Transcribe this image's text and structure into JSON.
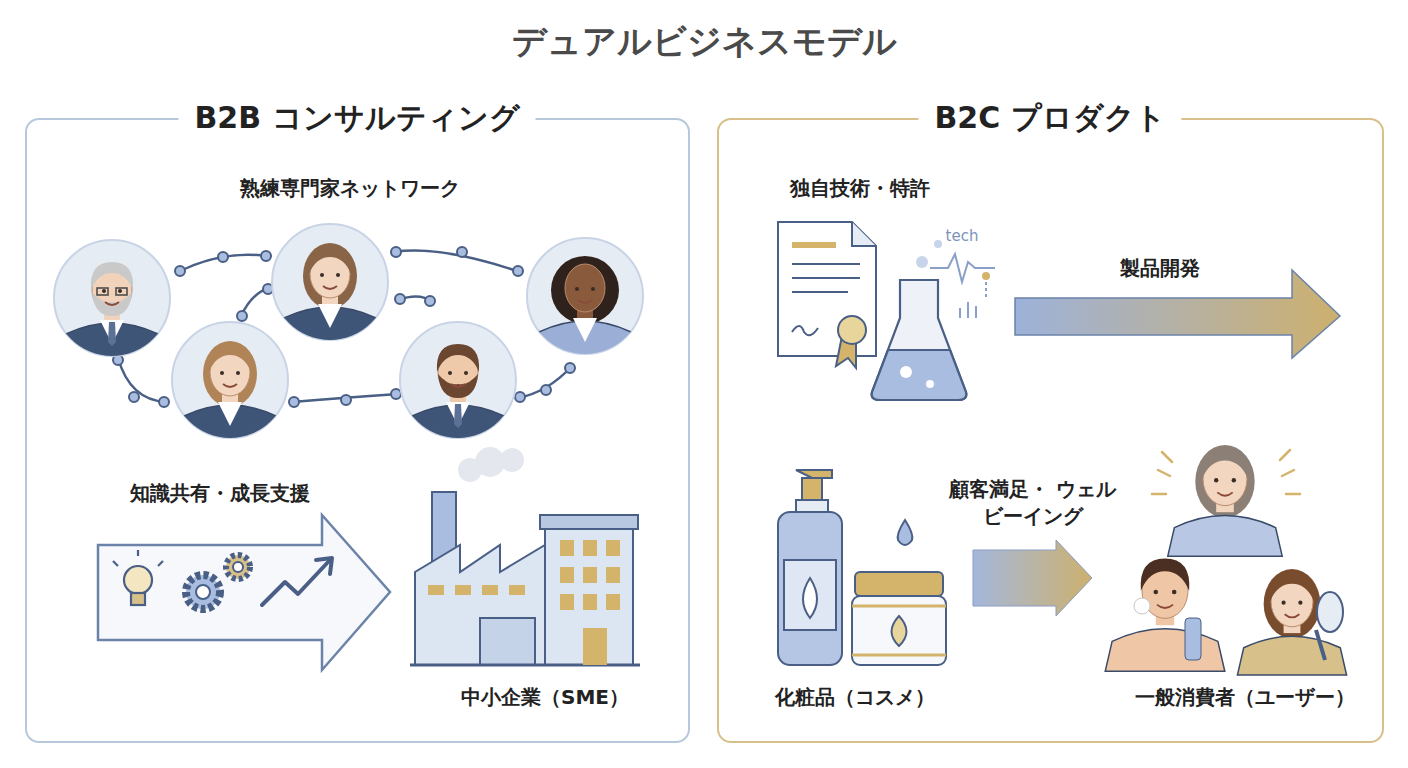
{
  "diagram": {
    "title": "デュアルビジネスモデル",
    "nodes": [
      {
        "text": [
          "B2B コンサルティング"
        ]
      },
      {
        "text": [
          "熟練専門家ネットワーク"
        ],
        "in": 0
      },
      {
        "text": [
          "中小企業（SME）"
        ],
        "in": 0
      },
      {
        "text": [
          "B2C プロダクト"
        ]
      },
      {
        "text": [
          "独自技術・特許"
        ],
        "in": 3
      },
      {
        "text": [
          "化粧品（コスメ）"
        ],
        "in": 3
      },
      {
        "text": [
          "一般消費者（ユーザー）"
        ],
        "in": 3
      }
    ],
    "edges": [
      {
        "from": 5,
        "to": 6,
        "arrow": "to",
        "label": "顧客満足・ ウェルビーイング"
      }
    ],
    "labels": [
      "知識共有・成長支援",
      "製品開発",
      "tech"
    ]
  }
}
